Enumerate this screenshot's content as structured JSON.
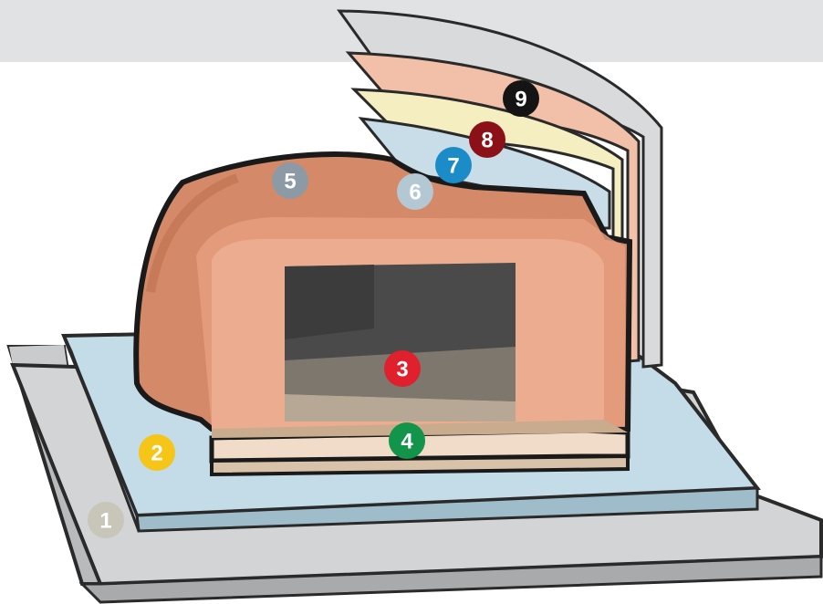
{
  "diagram": {
    "colors": {
      "backdrop": "#e1e2e4",
      "base_slab": "#d2d4d6",
      "insulation_board": "#c4dbe8",
      "oven_brick": "#d48a68",
      "oven_face": "#ecac90",
      "cooking_floor": "#f0dcc8",
      "interior": "#4a4a4a",
      "layer_6": "#c8dde8",
      "layer_7": "#f4eec0",
      "layer_8": "#f2c0a8",
      "layer_9": "#d8dadc"
    },
    "markers": [
      {
        "label": "1",
        "color": "#c8c6b8"
      },
      {
        "label": "2",
        "color": "#f5c518"
      },
      {
        "label": "3",
        "color": "#e0202c"
      },
      {
        "label": "4",
        "color": "#12944a"
      },
      {
        "label": "5",
        "color": "#8c9aa6"
      },
      {
        "label": "6",
        "color": "#b4c8d4"
      },
      {
        "label": "7",
        "color": "#1c8cc8"
      },
      {
        "label": "8",
        "color": "#8c1018"
      },
      {
        "label": "9",
        "color": "#141414"
      }
    ]
  }
}
